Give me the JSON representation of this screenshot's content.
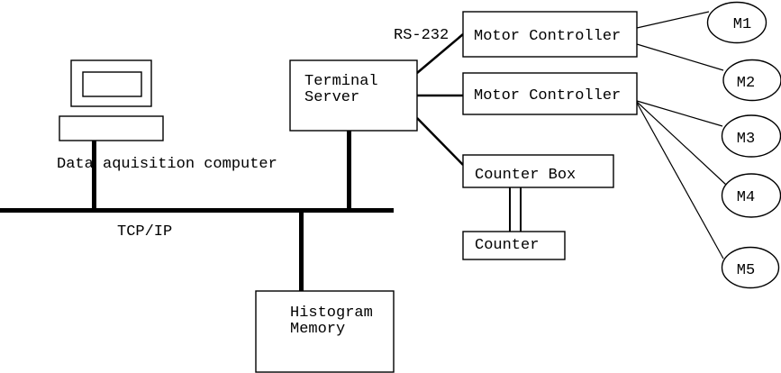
{
  "diagram": {
    "background_color": "#ffffff",
    "line_color": "#000000",
    "nodes": {
      "computer": {
        "label": "Data aquisition computer"
      },
      "bus": {
        "label": "TCP/IP"
      },
      "terminal_server": {
        "lines": [
          "Terminal",
          "Server"
        ]
      },
      "rs232_link": {
        "label": "RS-232"
      },
      "motor_controller_1": {
        "label": "Motor Controller"
      },
      "motor_controller_2": {
        "label": "Motor Controller"
      },
      "counter_box": {
        "label": "Counter Box"
      },
      "counter": {
        "label": "Counter"
      },
      "histogram_memory": {
        "lines": [
          "Histogram",
          "Memory"
        ]
      },
      "motors": [
        {
          "label": "M1"
        },
        {
          "label": "M2"
        },
        {
          "label": "M3"
        },
        {
          "label": "M4"
        },
        {
          "label": "M5"
        }
      ]
    }
  }
}
